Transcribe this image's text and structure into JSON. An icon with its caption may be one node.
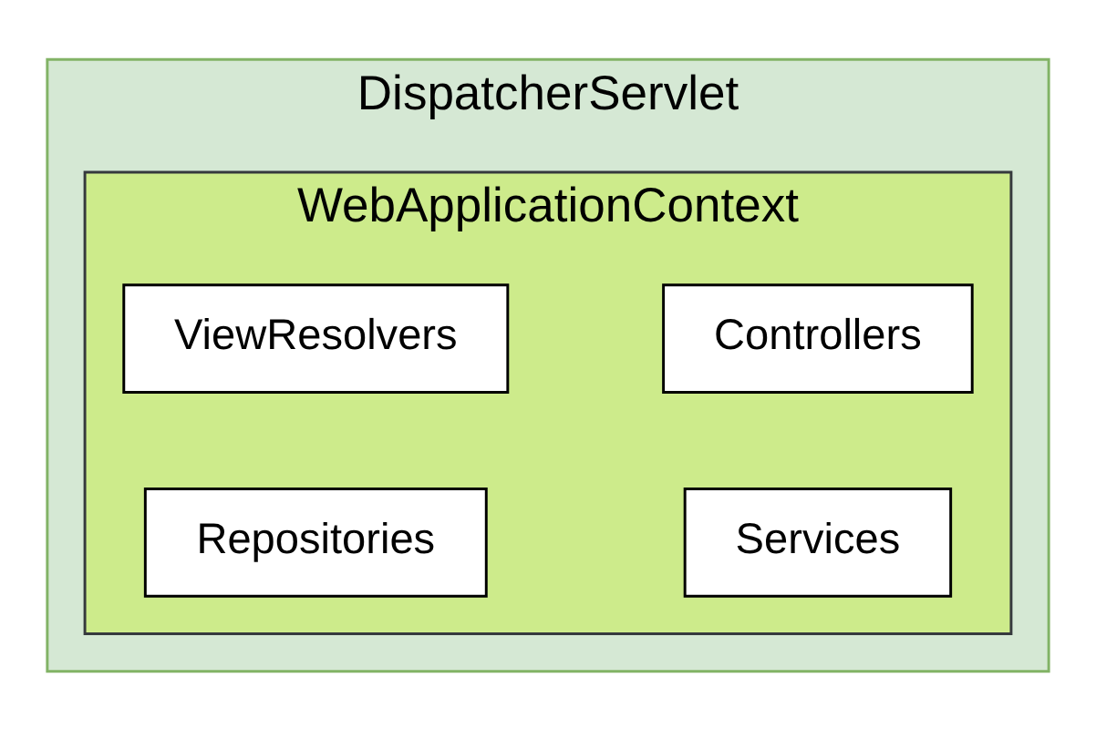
{
  "diagram": {
    "nodes": [
      {
        "text": [
          "DispatcherServlet"
        ]
      },
      {
        "text": [
          "WebApplicationContext"
        ],
        "in": 0
      },
      {
        "text": [
          "Controllers"
        ],
        "in": 1
      },
      {
        "text": [
          "ViewResolvers"
        ],
        "in": 1
      },
      {
        "text": [
          "Services"
        ],
        "in": 1
      },
      {
        "text": [
          "Repositories"
        ],
        "in": 1
      }
    ]
  }
}
